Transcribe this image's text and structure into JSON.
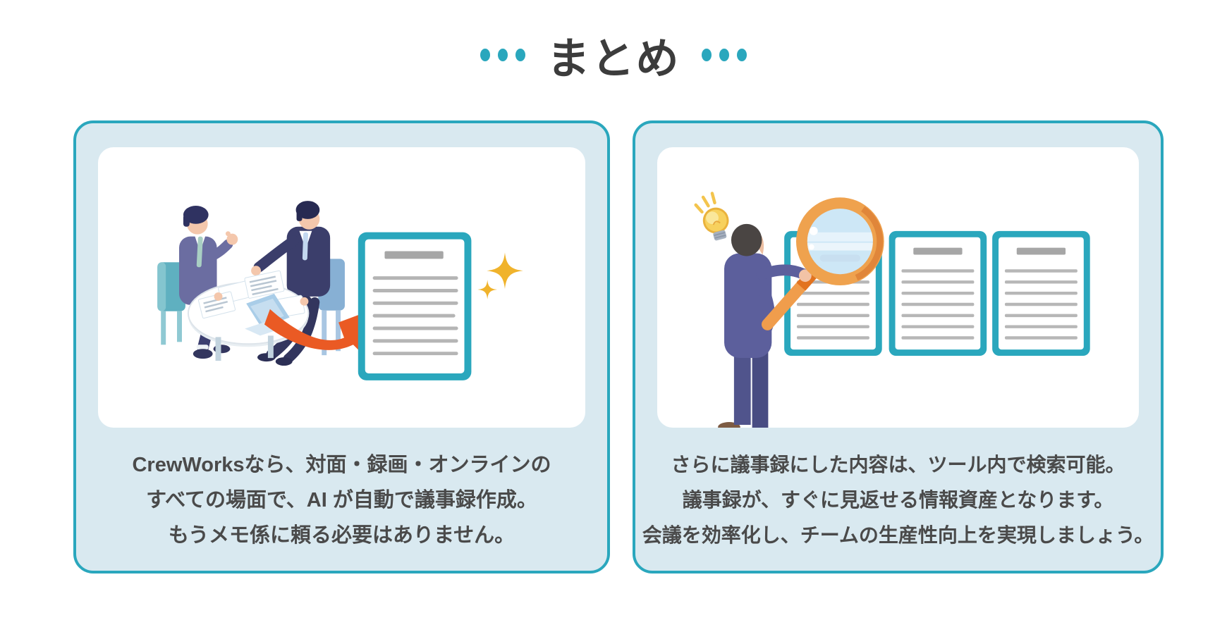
{
  "title": {
    "text": "まとめ",
    "dots_per_side": 3
  },
  "colors": {
    "accent_teal": "#2aa7bd",
    "card_bg": "#d9e9f0",
    "panel_bg": "#ffffff",
    "page_bg": "#ffffff",
    "heading_text": "#3c3c3c",
    "body_text": "#4a4a4a",
    "arrow_orange": "#ea5a24",
    "sparkle_gold": "#f0b32c",
    "magnifier_orange": "#efa24e",
    "bulb_yellow": "#f7d15e",
    "doc_title_gray": "#a6a6a6",
    "doc_line_gray": "#b5b5b5"
  },
  "cards": [
    {
      "id": "ai-minutes",
      "illustration": "meeting-to-document-illustration",
      "caption_lines": [
        "CrewWorksなら、対面・録画・オンラインの",
        "すべての場面で、AI が自動で議事録作成。",
        "もうメモ係に頼る必要はありません。"
      ]
    },
    {
      "id": "searchable-minutes",
      "illustration": "search-documents-illustration",
      "caption_lines": [
        "さらに議事録にした内容は、ツール内で検索可能。",
        "議事録が、すぐに見返せる情報資産となります。",
        "会議を効率化し、チームの生産性向上を実現しましょう。"
      ]
    }
  ]
}
